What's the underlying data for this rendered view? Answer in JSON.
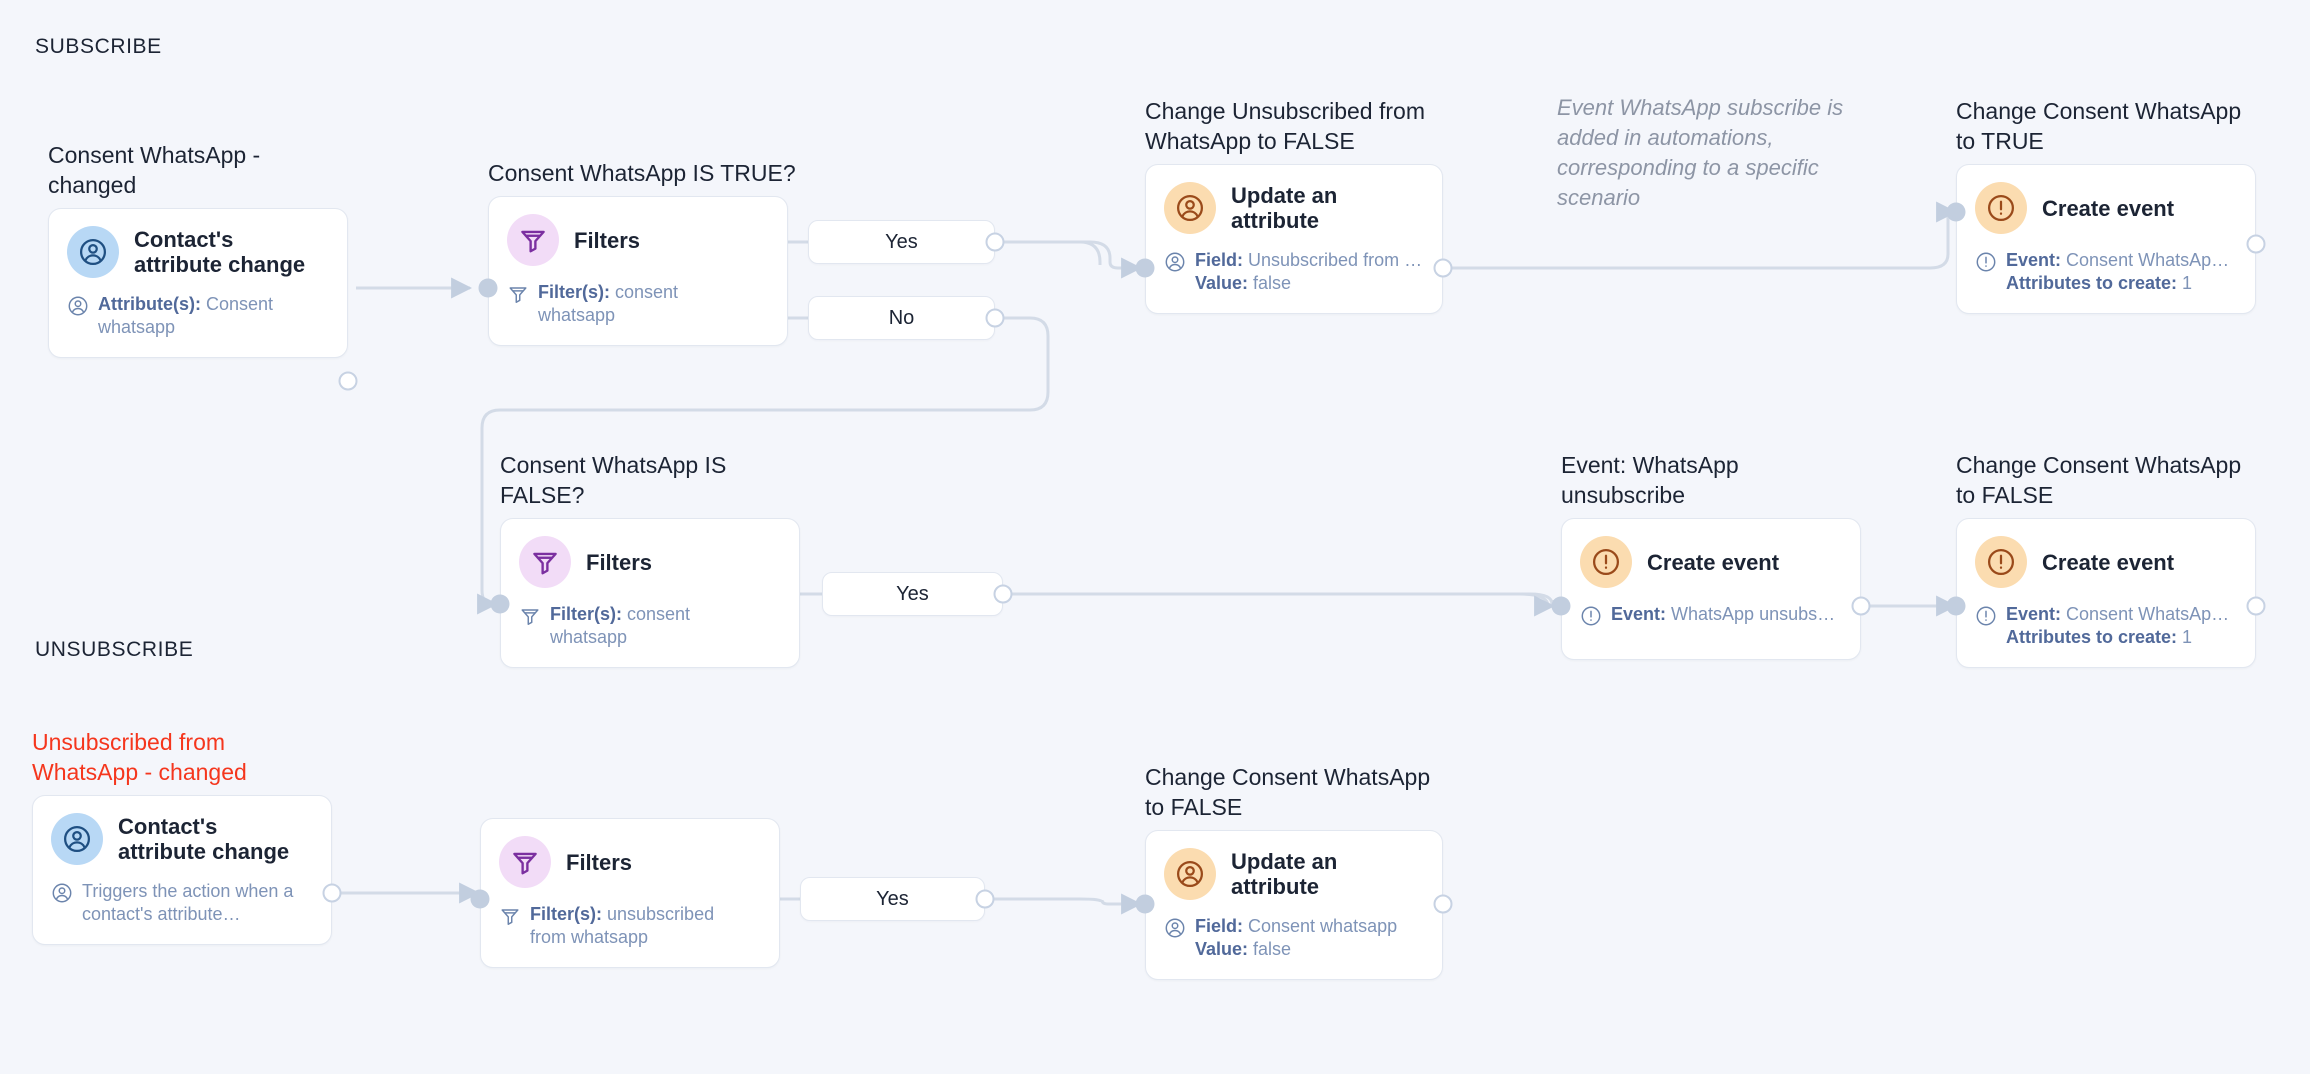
{
  "sections": [
    {
      "label": "SUBSCRIBE"
    },
    {
      "label": "UNSUBSCRIBE"
    }
  ],
  "note": {
    "text": "Event WhatsApp subscribe is added in automations, corresponding to a specific scenario"
  },
  "nodes": {
    "trigger_consent_changed": {
      "caption": "Consent WhatsApp - changed",
      "title": "Contact's attribute change",
      "icon": "contact-attribute-icon",
      "body_key": "Attribute(s):",
      "body_value": "Consent whatsapp"
    },
    "filter_consent_true": {
      "caption": "Consent WhatsApp IS TRUE?",
      "title": "Filters",
      "icon": "filter-icon",
      "body_key": "Filter(s):",
      "body_value": "consent whatsapp"
    },
    "update_unsubscribed_false": {
      "caption": "Change Unsubscribed from WhatsApp to FALSE",
      "title": "Update an attribute",
      "icon": "update-attribute-icon",
      "body_key": "Field:",
      "body_value": "Unsubscribed from …",
      "body_key2": "Value:",
      "body_value2": "false"
    },
    "create_event_consent_true": {
      "caption": "Change Consent WhatsApp to TRUE",
      "title": "Create event",
      "icon": "create-event-icon",
      "body_key": "Event:",
      "body_value": "Consent WhatsAp…",
      "body_key2": "Attributes to create:",
      "body_value2": "1"
    },
    "filter_consent_false": {
      "caption": "Consent WhatsApp IS FALSE?",
      "title": "Filters",
      "icon": "filter-icon",
      "body_key": "Filter(s):",
      "body_value": "consent whatsapp"
    },
    "create_event_whatsapp_unsub": {
      "caption": "Event: WhatsApp unsubscribe",
      "title": "Create event",
      "icon": "create-event-icon",
      "body_key": "Event:",
      "body_value": "WhatsApp unsubs…"
    },
    "create_event_consent_false": {
      "caption": "Change Consent WhatsApp to FALSE",
      "title": "Create event",
      "icon": "create-event-icon",
      "body_key": "Event:",
      "body_value": "Consent WhatsAp…",
      "body_key2": "Attributes to create:",
      "body_value2": "1"
    },
    "trigger_unsubscribed_changed": {
      "caption": "Unsubscribed from WhatsApp - changed",
      "title": "Contact's attribute change",
      "icon": "contact-attribute-icon",
      "body_value": "Triggers the action when a contact's attribute…"
    },
    "filter_unsubscribed": {
      "title": "Filters",
      "icon": "filter-icon",
      "body_key": "Filter(s):",
      "body_value": "unsubscribed from whatsapp"
    },
    "update_consent_false": {
      "caption": "Change Consent WhatsApp to FALSE",
      "title": "Update an attribute",
      "icon": "update-attribute-icon",
      "body_key": "Field:",
      "body_value": "Consent whatsapp",
      "body_key2": "Value:",
      "body_value2": "false"
    }
  },
  "branches": {
    "yes_top": "Yes",
    "no_top": "No",
    "yes_mid": "Yes",
    "yes_bottom": "Yes"
  },
  "colors": {
    "background": "#f4f6fb",
    "card": "#ffffff",
    "border": "#e2e7f0",
    "text": "#1c2434",
    "muted": "#6b84ac",
    "danger": "#f5361d",
    "icon_blue_bg": "#b8d8f5",
    "icon_purple_bg": "#f2dcf7",
    "icon_orange_bg": "#fbdcb0",
    "edge": "#d3dbe7"
  }
}
